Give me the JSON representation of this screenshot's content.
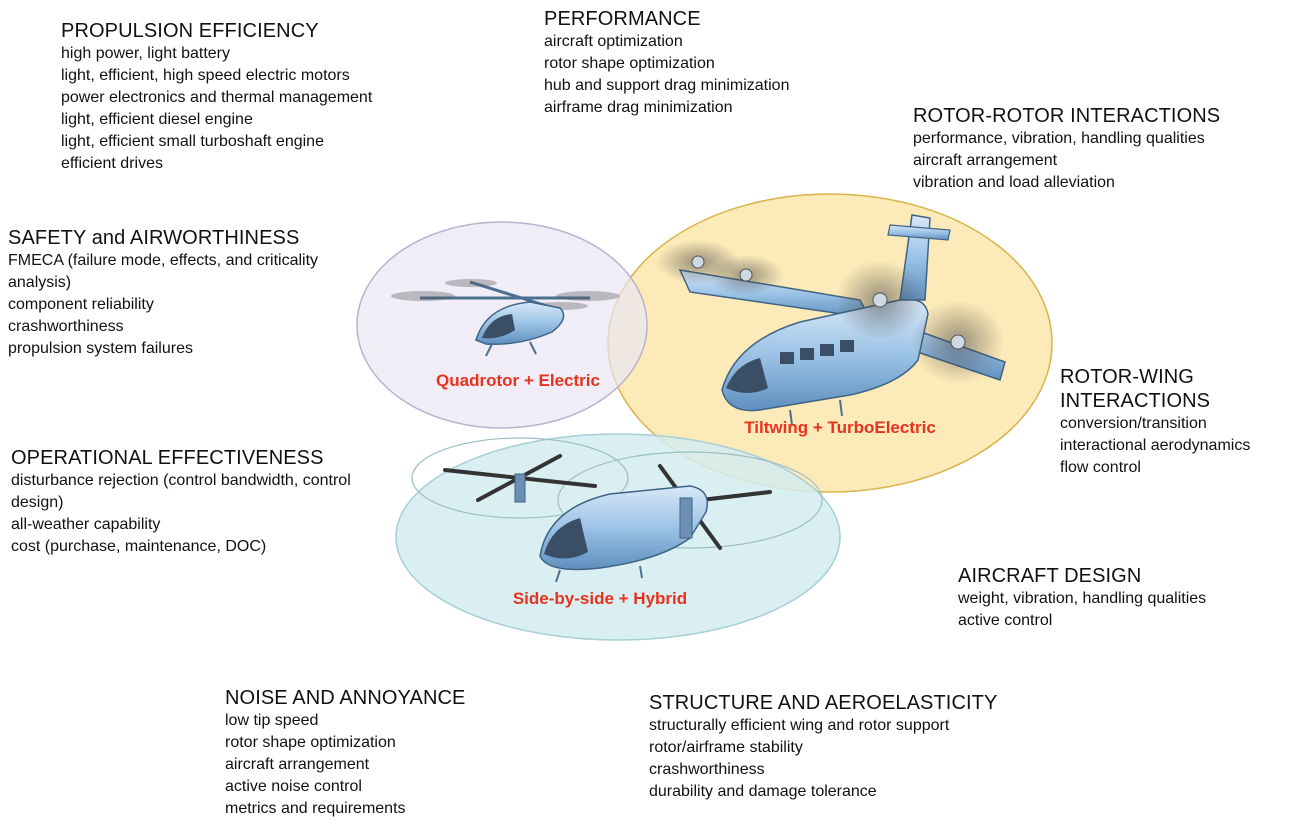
{
  "blocks": {
    "propulsion": {
      "heading": "PROPULSION EFFICIENCY",
      "items": [
        "high power, light battery",
        "light, efficient, high speed electric motors",
        "power electronics and thermal management",
        "light, efficient diesel engine",
        "light, efficient small turboshaft engine",
        "efficient drives"
      ]
    },
    "performance": {
      "heading": "PERFORMANCE",
      "items": [
        "aircraft optimization",
        "rotor shape optimization",
        "hub and support drag minimization",
        "airframe drag minimization"
      ]
    },
    "rotor_rotor": {
      "heading": "ROTOR-ROTOR INTERACTIONS",
      "items": [
        "performance, vibration, handling qualities",
        "aircraft arrangement",
        "vibration and load alleviation"
      ]
    },
    "safety": {
      "heading": "SAFETY and AIRWORTHINESS",
      "items": [
        "FMECA (failure mode, effects, and criticality analysis)",
        "component reliability",
        "crashworthiness",
        "propulsion system failures"
      ]
    },
    "rotor_wing": {
      "heading_lines": [
        "ROTOR-WING",
        "INTERACTIONS"
      ],
      "items": [
        "conversion/transition",
        "interactional aerodynamics",
        "flow control"
      ]
    },
    "operational": {
      "heading": "OPERATIONAL EFFECTIVENESS",
      "items": [
        "disturbance rejection (control bandwidth, control design)",
        "all-weather capability",
        "cost (purchase, maintenance, DOC)"
      ]
    },
    "aircraft_design": {
      "heading": "AIRCRAFT DESIGN",
      "items": [
        "weight, vibration, handling qualities",
        "active control"
      ]
    },
    "noise": {
      "heading": "NOISE AND ANNOYANCE",
      "items": [
        "low tip speed",
        "rotor shape optimization",
        "aircraft arrangement",
        "active noise control",
        "metrics and requirements"
      ]
    },
    "structure": {
      "heading": "STRUCTURE AND AEROELASTICITY",
      "items": [
        "structurally efficient wing and rotor support",
        "rotor/airframe stability",
        "crashworthiness",
        "durability and damage tolerance"
      ]
    }
  },
  "concepts": {
    "quadrotor": "Quadrotor + Electric",
    "tiltwing": "Tiltwing + TurboElectric",
    "side_by_side": "Side-by-side + Hybrid"
  },
  "colors": {
    "label_red": "#e8321e",
    "quadrotor_fill": "#e9e6f3",
    "tiltwing_fill": "#fbe3a0",
    "side_by_side_fill": "#d3ecef",
    "aircraft_blue": "#9cc3e6"
  }
}
